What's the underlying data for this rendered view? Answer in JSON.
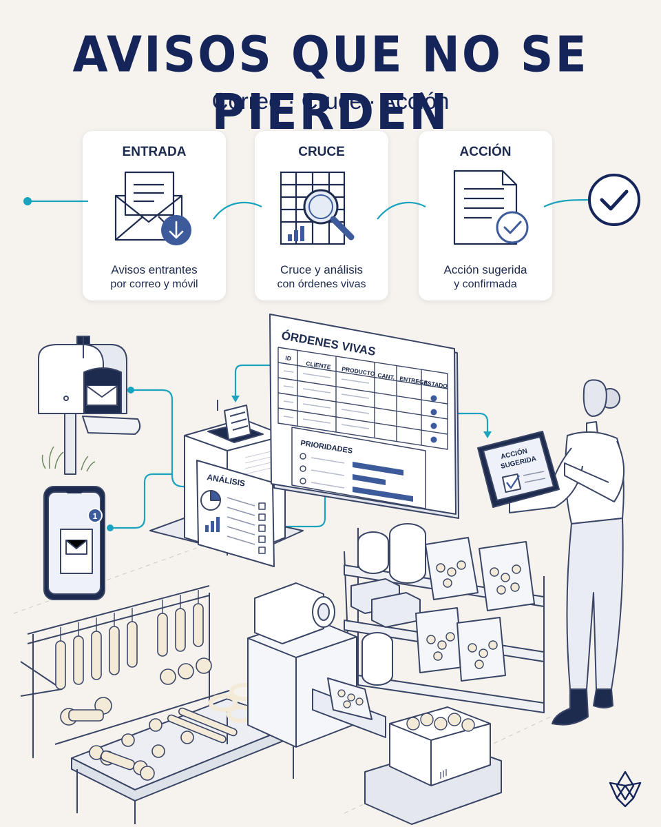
{
  "header": {
    "title": "AVISOS QUE NO SE PIERDEN",
    "subtitle": "Correo · Cruce · Acción"
  },
  "steps": [
    {
      "label": "ENTRADA",
      "caption_line1": "Avisos entrantes",
      "caption_line2": "por correo y móvil",
      "icon": "envelope-download-icon"
    },
    {
      "label": "CRUCE",
      "caption_line1": "Cruce y análisis",
      "caption_line2": "con órdenes vivas",
      "icon": "grid-magnifier-icon"
    },
    {
      "label": "ACCIÓN",
      "caption_line1": "Acción sugerida",
      "caption_line2": "y confirmada",
      "icon": "document-check-icon"
    }
  ],
  "board": {
    "title": "ÓRDENES VIVAS",
    "columns": [
      "ID",
      "CLIENTE",
      "PRODUCTO",
      "CANT.",
      "ENTREGA",
      "ESTADO"
    ],
    "priorities_title": "PRIORIDADES"
  },
  "analysis_panel": {
    "title": "ANÁLISIS"
  },
  "tablet": {
    "line1": "ACCIÓN",
    "line2": "SUGERIDA"
  },
  "phone": {
    "badge": "1"
  },
  "colors": {
    "background": "#f6f3ee",
    "navy": "#15255a",
    "accent_teal": "#1aa3bf",
    "card": "#ffffff",
    "line": "#3a4566"
  }
}
